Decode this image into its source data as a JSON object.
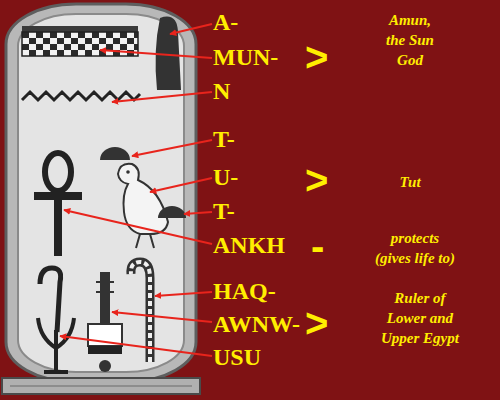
{
  "diagram": {
    "labels": [
      "A-",
      "MUN-",
      "N",
      ">",
      "Amun, the Sun God",
      "T-",
      "U-",
      ">",
      "Tut",
      "T-",
      "ANKH",
      "-",
      "protects (gives life to)",
      "HAQ-",
      "AWNW-",
      ">",
      "Ruler of Lower and Upper Egypt",
      "USU"
    ]
  }
}
